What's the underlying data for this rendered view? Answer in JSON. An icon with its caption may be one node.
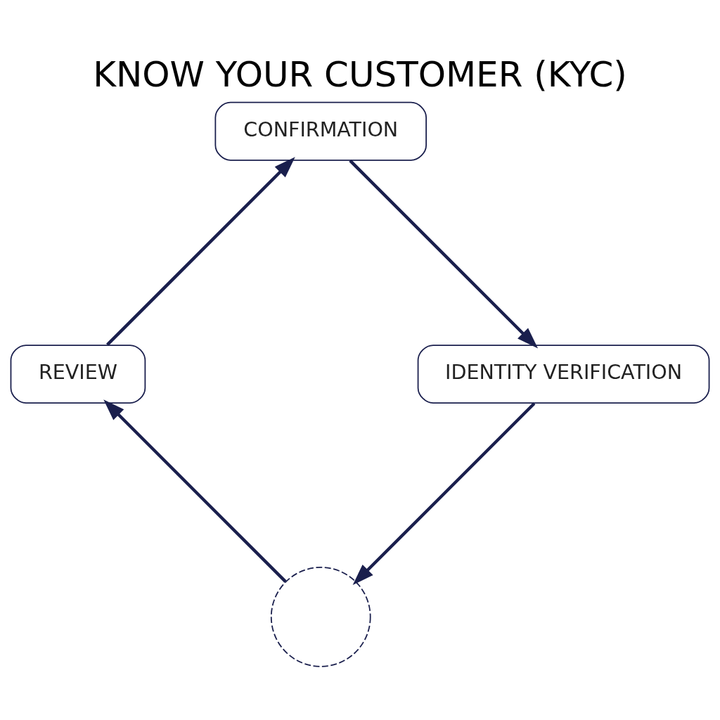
{
  "diagram": {
    "title": "KNOW YOUR CUSTOMER (KYC)",
    "nodes": [
      {
        "text": [],
        "shape": "circle"
      },
      {
        "text": [
          "IDENTITY VERIFICATION"
        ]
      },
      {
        "text": [
          "REVIEW"
        ]
      },
      {
        "text": [
          "CONFIRMATION"
        ]
      }
    ],
    "edges": [
      {
        "from": 0,
        "to": 2,
        "arrow": "to"
      },
      {
        "from": 2,
        "to": 3,
        "arrow": "to"
      },
      {
        "from": 3,
        "to": 1,
        "arrow": "to"
      },
      {
        "from": 1,
        "to": 0,
        "arrow": "to"
      }
    ]
  }
}
